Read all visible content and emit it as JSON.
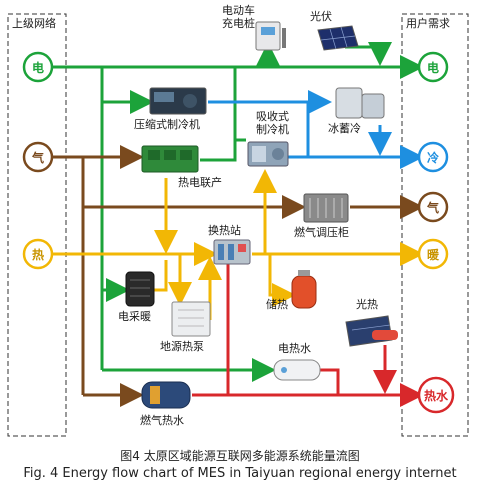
{
  "sections": {
    "upstream": "上级网络",
    "demand": "用户需求"
  },
  "sources": {
    "electricity": "电",
    "gas": "气",
    "heat": "热"
  },
  "demands": {
    "electricity": "电",
    "cold": "冷",
    "gas": "气",
    "warm": "暖",
    "hot_water": "热水"
  },
  "devices": {
    "ev_charger": [
      "电动车",
      "充电桩"
    ],
    "pv": "光伏",
    "compression_chiller": "压缩式制冷机",
    "absorption_chiller": [
      "吸收式",
      "制冷机"
    ],
    "ice_storage": "冰蓄冷",
    "chp": "热电联产",
    "gas_regulator": "燃气调压柜",
    "heat_exchange_station": "换热站",
    "electric_heater": "电采暖",
    "heat_storage": "储热",
    "solar_thermal": "光热",
    "ground_source_heat_pump": "地源热泵",
    "electric_water_heater": "电热水",
    "gas_water_heater": "燃气热水"
  },
  "caption": {
    "cn": "图4 太原区域能源互联网多能源系统能量流图",
    "en": "Fig. 4 Energy flow chart of MES in Taiyuan regional energy internet"
  },
  "colors": {
    "electricity": "#1ca33a",
    "cold": "#1e8fe0",
    "gas": "#7a4a1e",
    "heat": "#f2b705",
    "hot_water": "#d8282b"
  }
}
